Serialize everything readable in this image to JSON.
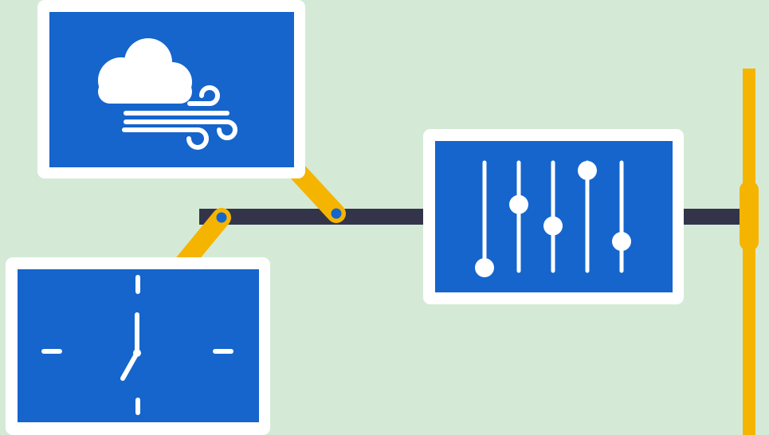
{
  "scene": {
    "background_color": "#d4ead6",
    "rail_color": "#33344a",
    "arm_color": "#f5b400",
    "panel_color": "#1565cc",
    "frame_color": "#ffffff",
    "icon_color": "#ffffff"
  },
  "panels": [
    {
      "name": "weather-panel",
      "icon": "cloud-wind-icon"
    },
    {
      "name": "equalizer-panel",
      "icon": "sliders-icon",
      "slider_levels": [
        0.0,
        0.65,
        0.43,
        1.0,
        0.27
      ]
    },
    {
      "name": "clock-panel",
      "icon": "clock-icon",
      "time": "7:00"
    }
  ]
}
